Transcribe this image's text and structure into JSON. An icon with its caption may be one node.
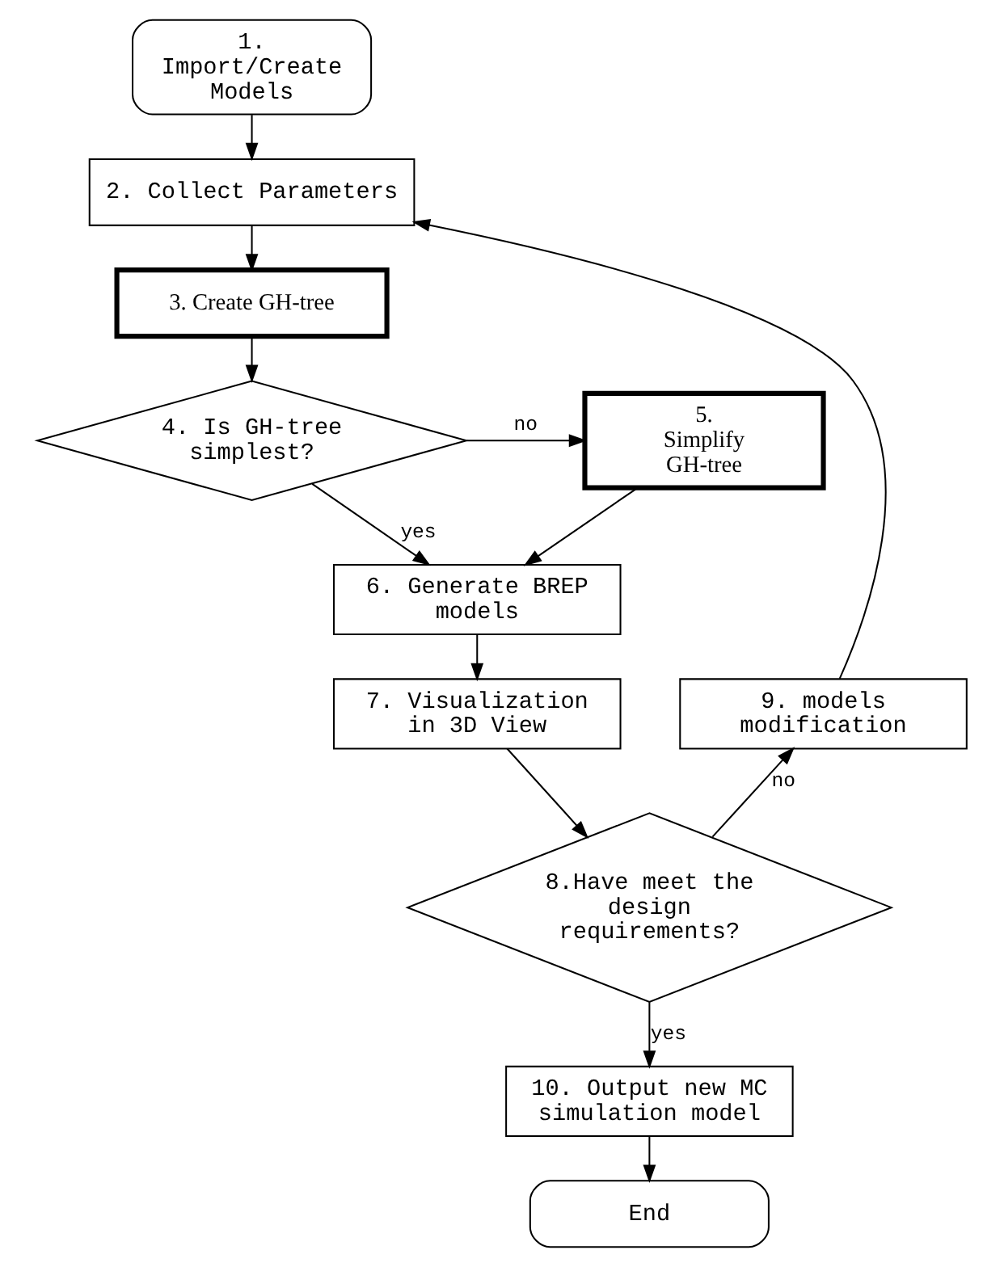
{
  "diagram": {
    "nodes": [
      {
        "text": [
          "1. Import/Create Models"
        ]
      },
      {
        "text": [
          "2. Collect Parameters"
        ]
      },
      {
        "text": [
          "3. Create GH-tree"
        ]
      },
      {
        "text": [
          "4. Is GH-tree simplest?"
        ]
      },
      {
        "text": [
          "5. Simplify GH-tree"
        ]
      },
      {
        "text": [
          "6. Generate BREP models"
        ]
      },
      {
        "text": [
          "7. Visualization in 3D View"
        ]
      },
      {
        "text": [
          "8.Have meet the design requirements?"
        ]
      },
      {
        "text": [
          "9. models modification"
        ]
      },
      {
        "text": [
          "10. Output new MC simulation model"
        ]
      },
      {
        "text": [
          "End"
        ]
      }
    ],
    "edges": [
      {
        "from": 0,
        "to": 1,
        "arrow": "to"
      },
      {
        "from": 1,
        "to": 2,
        "arrow": "to"
      },
      {
        "from": 2,
        "to": 3,
        "arrow": "to"
      },
      {
        "from": 3,
        "to": 4,
        "arrow": "to",
        "label": "no"
      },
      {
        "from": 3,
        "to": 5,
        "arrow": "to",
        "label": "yes"
      },
      {
        "from": 4,
        "to": 5,
        "arrow": "to"
      },
      {
        "from": 5,
        "to": 6,
        "arrow": "to"
      },
      {
        "from": 6,
        "to": 7,
        "arrow": "to"
      },
      {
        "from": 7,
        "to": 8,
        "arrow": "to",
        "label": "no"
      },
      {
        "from": 8,
        "to": 1,
        "arrow": "to"
      },
      {
        "from": 7,
        "to": 9,
        "arrow": "to",
        "label": "yes"
      },
      {
        "from": 9,
        "to": 10,
        "arrow": "to"
      }
    ]
  }
}
